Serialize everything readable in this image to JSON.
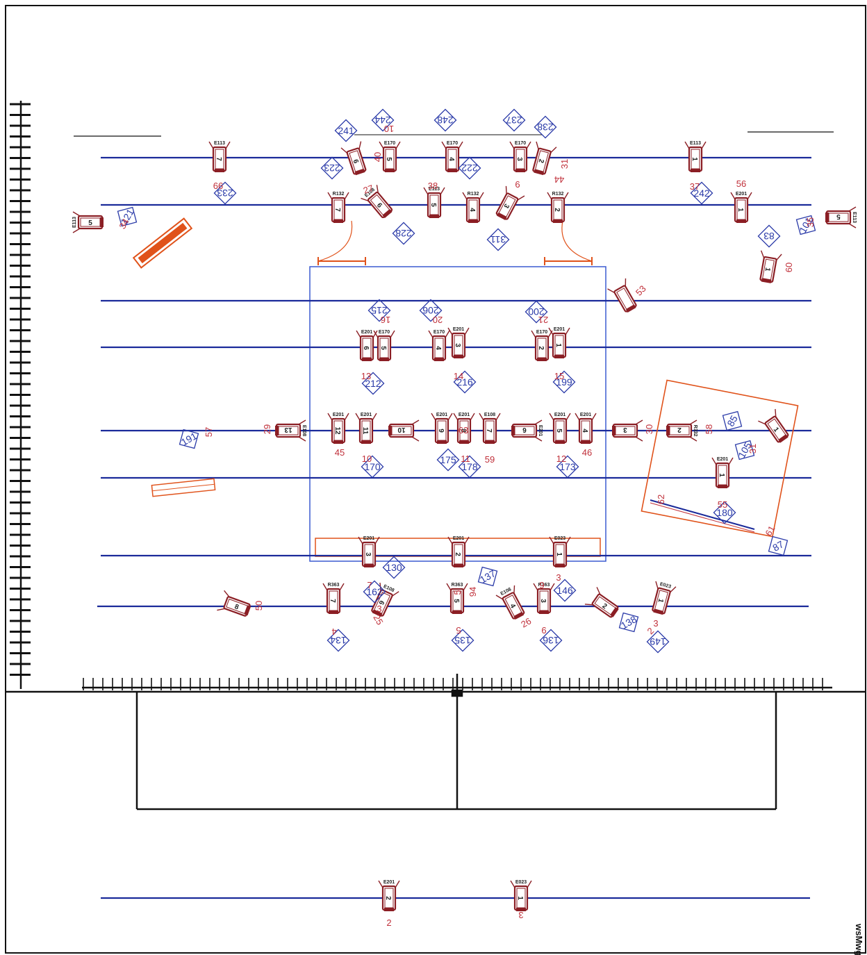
{
  "title": "",
  "colors": {
    "pipe": "#1a2a9a",
    "fixture": "#8b1e24",
    "label_red": "#c0303a",
    "label_blue": "#2a3aa8",
    "orange": "#e0521a",
    "frame": "#111111",
    "stage_box": "#3a5ad0"
  },
  "stamp": "wsMwg",
  "fixtures": [
    {
      "id": "f1",
      "num": "7",
      "type": "E113",
      "row": "r1"
    },
    {
      "id": "f2",
      "num": "5",
      "type": "E170",
      "row": "r1"
    },
    {
      "id": "f3",
      "num": "4",
      "type": "E170",
      "row": "r1"
    },
    {
      "id": "f4",
      "num": "3",
      "type": "E170",
      "row": "r1"
    },
    {
      "id": "f5",
      "num": "1",
      "type": "E113",
      "row": "r1"
    },
    {
      "id": "f6",
      "num": "6",
      "type": "",
      "row": "r1"
    },
    {
      "id": "f7",
      "num": "2",
      "type": "",
      "row": "r1"
    },
    {
      "id": "f8",
      "num": "5",
      "type": "E113",
      "row": "side"
    },
    {
      "id": "f9",
      "num": "5",
      "type": "E113",
      "row": "side"
    },
    {
      "id": "f10",
      "num": "6",
      "type": "E108",
      "row": "r2"
    },
    {
      "id": "f11",
      "num": "5",
      "type": "E113",
      "row": "r2"
    },
    {
      "id": "f12",
      "num": "3",
      "type": "",
      "row": "r2"
    },
    {
      "id": "f13",
      "num": "7",
      "type": "R132",
      "row": "r2"
    },
    {
      "id": "f14",
      "num": "4",
      "type": "R132",
      "row": "r2"
    },
    {
      "id": "f15",
      "num": "2",
      "type": "R132",
      "row": "r2"
    },
    {
      "id": "f16",
      "num": "1",
      "type": "E201",
      "row": "r2"
    },
    {
      "id": "f17",
      "num": "1",
      "type": "",
      "row": "r2"
    },
    {
      "id": "f18",
      "num": "6",
      "type": "E201",
      "row": "r4"
    },
    {
      "id": "f19",
      "num": "5",
      "type": "E170",
      "row": "r4"
    },
    {
      "id": "f20",
      "num": "4",
      "type": "E170",
      "row": "r4"
    },
    {
      "id": "f21",
      "num": "3",
      "type": "E201",
      "row": "r4"
    },
    {
      "id": "f22",
      "num": "2",
      "type": "E170",
      "row": "r4"
    },
    {
      "id": "f23",
      "num": "1",
      "type": "E201",
      "row": "r4"
    },
    {
      "id": "f24",
      "num": "13",
      "type": "E108",
      "row": "r5"
    },
    {
      "id": "f25",
      "num": "12",
      "type": "E201",
      "row": "r5"
    },
    {
      "id": "f26",
      "num": "11",
      "type": "E201",
      "row": "r5"
    },
    {
      "id": "f27",
      "num": "10",
      "type": "",
      "row": "r5"
    },
    {
      "id": "f28",
      "num": "9",
      "type": "E201",
      "row": "r5"
    },
    {
      "id": "f29",
      "num": "8",
      "type": "E201",
      "row": "r5"
    },
    {
      "id": "f30",
      "num": "7",
      "type": "E108",
      "row": "r5"
    },
    {
      "id": "f31",
      "num": "6",
      "type": "E201",
      "row": "r5"
    },
    {
      "id": "f32",
      "num": "5",
      "type": "E201",
      "row": "r5"
    },
    {
      "id": "f33",
      "num": "4",
      "type": "E201",
      "row": "r5"
    },
    {
      "id": "f34",
      "num": "3",
      "type": "",
      "row": "r5"
    },
    {
      "id": "f35",
      "num": "2",
      "type": "R332",
      "row": "r5"
    },
    {
      "id": "f36",
      "num": "1",
      "type": "",
      "row": "r5"
    },
    {
      "id": "f37",
      "num": "1",
      "type": "E201",
      "row": "r6"
    },
    {
      "id": "f38",
      "num": "3",
      "type": "E201",
      "row": "r7"
    },
    {
      "id": "f39",
      "num": "2",
      "type": "E201",
      "row": "r7"
    },
    {
      "id": "f40",
      "num": "1",
      "type": "E023",
      "row": "r7"
    },
    {
      "id": "f41",
      "num": "8",
      "type": "",
      "row": "r8"
    },
    {
      "id": "f42",
      "num": "7",
      "type": "R363",
      "row": "r8"
    },
    {
      "id": "f43",
      "num": "6",
      "type": "E108",
      "row": "r8"
    },
    {
      "id": "f44",
      "num": "5",
      "type": "R363",
      "row": "r8"
    },
    {
      "id": "f45",
      "num": "4",
      "type": "E108",
      "row": "r8"
    },
    {
      "id": "f46",
      "num": "3",
      "type": "R363",
      "row": "r8"
    },
    {
      "id": "f47",
      "num": "2",
      "type": "",
      "row": "r8"
    },
    {
      "id": "f48",
      "num": "1",
      "type": "E023",
      "row": "r8"
    },
    {
      "id": "f49",
      "num": "2",
      "type": "E201",
      "row": "r9"
    },
    {
      "id": "f50",
      "num": "1",
      "type": "E023",
      "row": "r9"
    },
    {
      "id": "f51",
      "num": "",
      "type": "",
      "row": "r2"
    }
  ],
  "red_labels": [
    "99",
    "10",
    "40",
    "27",
    "38",
    "6",
    "44",
    "31",
    "34",
    "37",
    "56",
    "35",
    "60",
    "53",
    "16",
    "20",
    "21",
    "13",
    "14",
    "15",
    "57",
    "29",
    "45",
    "10",
    "11",
    "46",
    "59",
    "12",
    "30",
    "58",
    "31",
    "55",
    "62",
    "61",
    "7",
    "25",
    "5",
    "26",
    "9",
    "50",
    "4",
    "3",
    "94",
    "9",
    "2",
    "3",
    "2",
    "3",
    "5",
    "3",
    "63"
  ],
  "blue_labels": [
    "241",
    "244",
    "248",
    "237",
    "238",
    "223",
    "222",
    "233",
    "228",
    "311",
    "242",
    "121",
    "101",
    "83",
    "215",
    "206",
    "200",
    "212",
    "216",
    "199",
    "191",
    "170",
    "175",
    "178",
    "173",
    "85",
    "105",
    "180",
    "87",
    "130",
    "162",
    "137",
    "146",
    "134",
    "135",
    "136",
    "138",
    "149"
  ]
}
